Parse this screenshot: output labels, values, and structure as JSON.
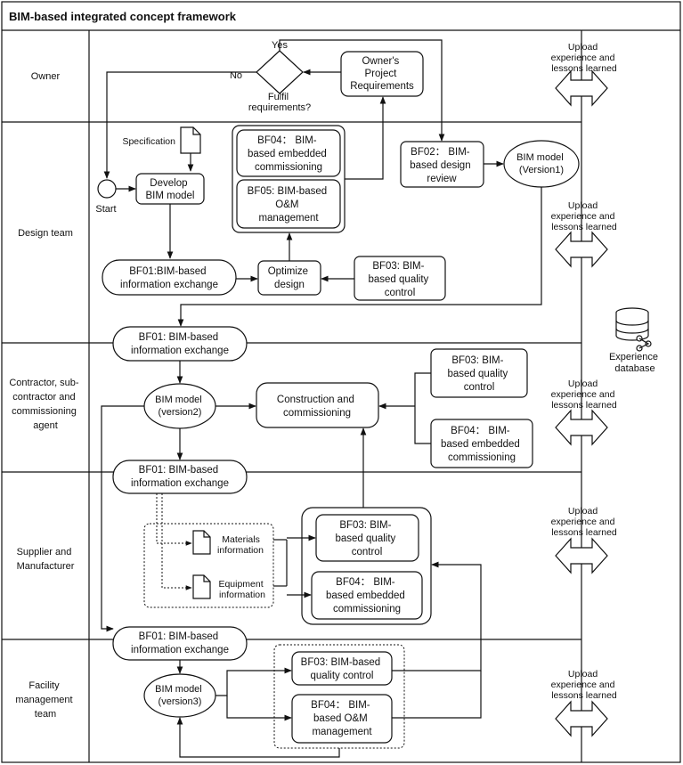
{
  "title": "BIM-based integrated concept framework",
  "lanes": {
    "owner": "Owner",
    "design": "Design team",
    "contractor": [
      "Contractor, sub-",
      "contractor and",
      "commissioning",
      "agent"
    ],
    "supplier": [
      "Supplier and",
      "Manufacturer"
    ],
    "facility": [
      "Facility",
      "management",
      "team"
    ]
  },
  "owner": {
    "decision_yes": "Yes",
    "decision_no": "No",
    "decision_label": [
      "Fulfil",
      "requirements?"
    ],
    "opr": [
      "Owner's",
      "Project",
      "Requirements"
    ]
  },
  "design": {
    "specification": "Specification",
    "start": "Start",
    "develop": [
      "Develop",
      "BIM model"
    ],
    "bf04": [
      "BF04： BIM-",
      "based embedded",
      "commissioning"
    ],
    "bf05": [
      "BF05: BIM-based",
      "O&M",
      "management"
    ],
    "bf02": [
      "BF02： BIM-",
      "based design",
      "review"
    ],
    "model_v1": [
      "BIM model",
      "(Version1)"
    ],
    "bf01": [
      "BF01:BIM-based",
      "information exchange"
    ],
    "optimize": [
      "Optimize",
      "design"
    ],
    "bf03": [
      "BF03: BIM-",
      "based quality",
      "control"
    ]
  },
  "contractor": {
    "bf01_top": [
      "BF01: BIM-based",
      "information exchange"
    ],
    "model_v2": [
      "BIM model",
      "(version2)"
    ],
    "construction": [
      "Construction and",
      "commissioning"
    ],
    "bf03": [
      "BF03: BIM-",
      "based quality",
      "control"
    ],
    "bf04": [
      "BF04： BIM-",
      "based embedded",
      "commissioning"
    ],
    "bf01_bottom": [
      "BF01: BIM-based",
      "information exchange"
    ]
  },
  "supplier": {
    "materials": [
      "Materials",
      "information"
    ],
    "equipment": [
      "Equipment",
      "information"
    ],
    "bf03": [
      "BF03: BIM-",
      "based quality",
      "control"
    ],
    "bf04": [
      "BF04： BIM-",
      "based embedded",
      "commissioning"
    ]
  },
  "facility": {
    "bf01": [
      "BF01: BIM-based",
      "information exchange"
    ],
    "model_v3": [
      "BIM model",
      "(version3)"
    ],
    "bf03": [
      "BF03: BIM-based",
      "quality control"
    ],
    "bf04": [
      "BF04： BIM-",
      "based O&M",
      "management"
    ]
  },
  "upload_label": [
    "Upload",
    "experience and",
    "lessons learned"
  ],
  "database": [
    "Experience",
    "database"
  ],
  "icons": {
    "database": "database-icon",
    "document": "document-icon",
    "start": "start-circle-icon",
    "arrow": "double-arrow-icon"
  }
}
